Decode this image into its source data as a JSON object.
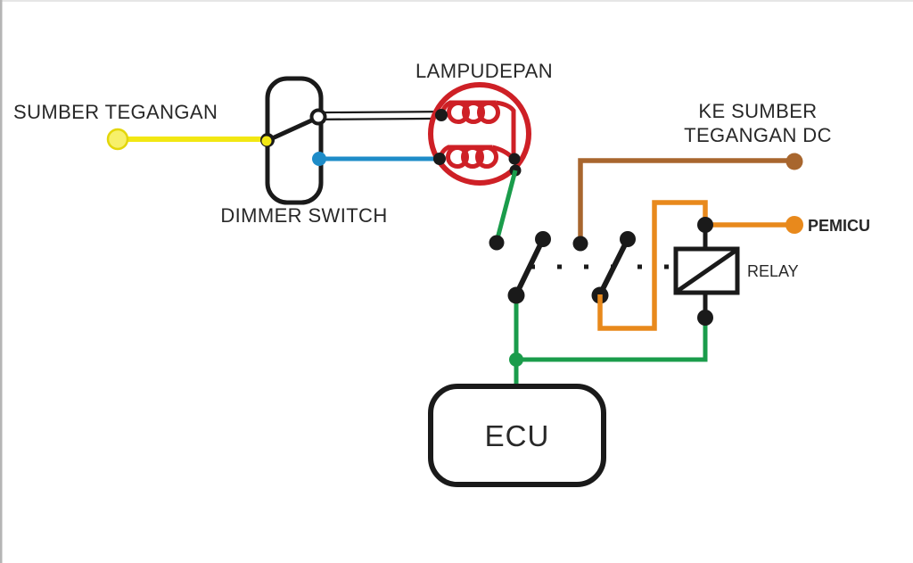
{
  "diagram": {
    "title_present": false,
    "labels": {
      "source": "SUMBER TEGANGAN",
      "dimmer": "DIMMER SWITCH",
      "lamp": "LAMPUDEPAN",
      "dc_source_line1": "KE SUMBER",
      "dc_source_line2": "TEGANGAN DC",
      "trigger": "PEMICU",
      "relay": "RELAY",
      "ecu": "ECU"
    },
    "colors": {
      "background": "#FFFFFF",
      "line_black": "#1A1A1A",
      "wire_yellow": "#F2E713",
      "terminal_yellow_fill": "#F7F06A",
      "wire_white": "#FFFFFF",
      "wire_blue": "#1E8CC8",
      "wire_green": "#1A9C4B",
      "wire_brown": "#A8662E",
      "wire_orange": "#E8891C",
      "lamp_red": "#CE2026",
      "text_dark": "#282828"
    },
    "components": [
      {
        "id": "sumber-tegangan",
        "type": "terminal",
        "label": "SUMBER TEGANGAN"
      },
      {
        "id": "dimmer-switch",
        "type": "two-position switch",
        "label": "DIMMER SWITCH"
      },
      {
        "id": "lampudepan",
        "type": "lamp with two filament coils",
        "label": "LAMPUDEPAN"
      },
      {
        "id": "relay-contact-1",
        "type": "normally-open contact",
        "label": ""
      },
      {
        "id": "relay-contact-2",
        "type": "normally-open contact",
        "label": ""
      },
      {
        "id": "relay-coil",
        "type": "relay coil (box with diagonal)",
        "label": "RELAY"
      },
      {
        "id": "ke-sumber-tegangan-dc",
        "type": "terminal",
        "label": "KE SUMBER TEGANGAN DC"
      },
      {
        "id": "pemicu",
        "type": "terminal",
        "label": "PEMICU"
      },
      {
        "id": "ecu",
        "type": "module box",
        "label": "ECU"
      }
    ],
    "connections": [
      {
        "from": "sumber-tegangan",
        "to": "dimmer-switch pivot",
        "color": "yellow"
      },
      {
        "from": "dimmer-switch upper contact",
        "to": "lampudepan upper coil",
        "color": "white"
      },
      {
        "from": "dimmer-switch lower contact",
        "to": "lampudepan lower coil",
        "color": "blue"
      },
      {
        "from": "lampudepan coil common",
        "to": "relay-contact-1 fixed contact",
        "color": "green"
      },
      {
        "from": "relay-contact-1 lever",
        "to": "ecu",
        "color": "green"
      },
      {
        "from": "ke-sumber-tegangan-dc",
        "to": "relay-contact-2 fixed contact",
        "color": "brown"
      },
      {
        "from": "relay-contact-2 lever",
        "to": "relay-coil top terminal",
        "color": "orange"
      },
      {
        "from": "pemicu",
        "to": "relay-coil top terminal",
        "color": "orange"
      },
      {
        "from": "relay-coil bottom terminal",
        "to": "ecu",
        "color": "green"
      },
      {
        "from": "relay-coil",
        "to": "relay-contact-1 and relay-contact-2",
        "color": "black-dashed-linkage"
      }
    ]
  }
}
